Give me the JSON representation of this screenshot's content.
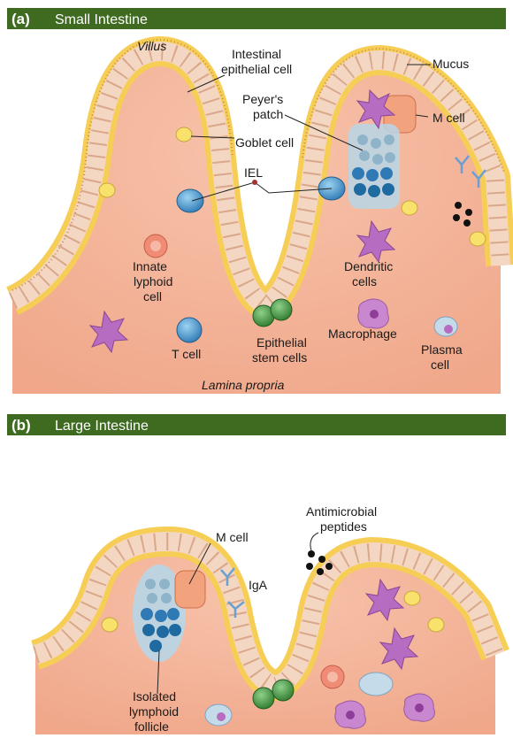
{
  "panel_a": {
    "letter": "(a)",
    "title": "Small Intestine",
    "labels": {
      "villus": "Villus",
      "intestinal_epithelial_cell": [
        "Intestinal",
        "epithelial cell"
      ],
      "mucus": "Mucus",
      "peyers_patch": [
        "Peyer's",
        "patch"
      ],
      "m_cell": "M cell",
      "goblet_cell": "Goblet cell",
      "iel": "IEL",
      "innate_lymphoid_cell": [
        "Innate",
        "lyphoid",
        "cell"
      ],
      "dendritic_cells": [
        "Dendritic",
        "cells"
      ],
      "macrophage": "Macrophage",
      "t_cell": "T cell",
      "epithelial_stem_cells": [
        "Epithelial",
        "stem cells"
      ],
      "plasma_cell": [
        "Plasma",
        "cell"
      ],
      "lamina_propria": "Lamina propria"
    }
  },
  "panel_b": {
    "letter": "(b)",
    "title": "Large Intestine",
    "labels": {
      "m_cell": "M cell",
      "antimicrobial_peptides": [
        "Antimicrobial",
        "peptides"
      ],
      "iga": "IgA",
      "isolated_lymphoid_follicle": [
        "Isolated",
        "lymphoid",
        "follicle"
      ]
    }
  },
  "colors": {
    "panel_bar": "#3e6b1f",
    "mucus": "#f6cd55",
    "epithelium": "#f4d7c3",
    "lamina": "#f4b7a0",
    "lymphocyte": "#3a8bbf",
    "stem_cell": "#3f8f3f",
    "dendritic": "#b66cc0"
  }
}
